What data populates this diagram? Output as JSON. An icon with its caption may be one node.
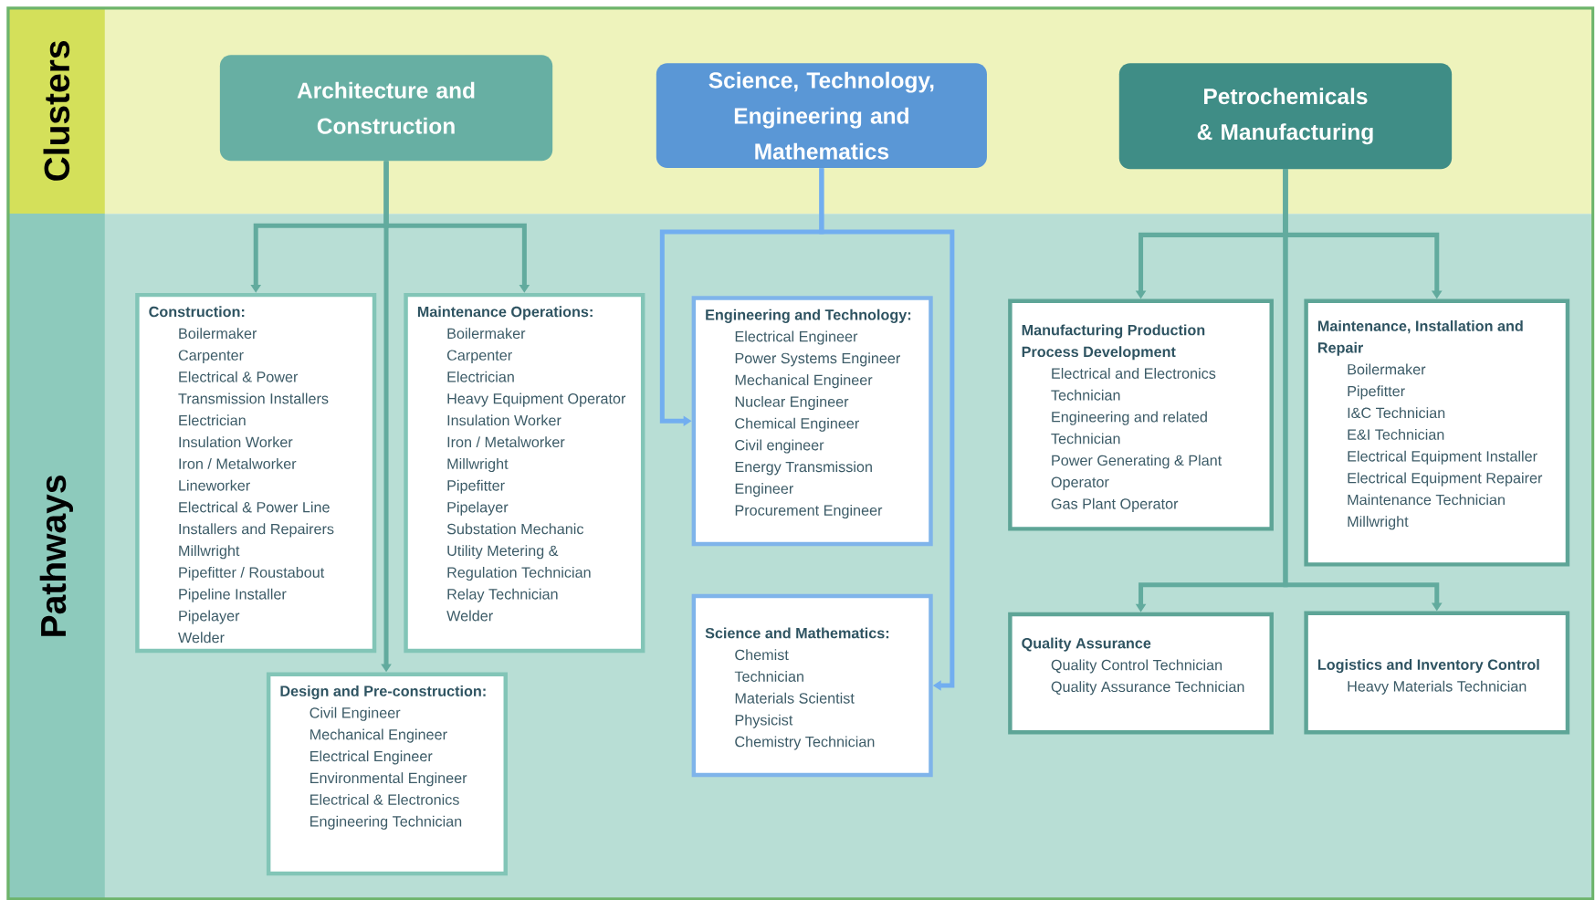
{
  "diagram": {
    "nodes": [
      {
        "text": [
          "Clusters"
        ]
      },
      {
        "text": [
          "Pathways"
        ]
      },
      {
        "text": [
          "Architecture and Construction"
        ],
        "in": 0
      },
      {
        "text": [
          "Science, Technology, Engineering and Mathematics"
        ],
        "in": 0
      },
      {
        "text": [
          "Petrochemicals & Manufacturing"
        ],
        "in": 0
      },
      {
        "text": [
          "Construction:",
          "Boilermaker",
          "Carpenter",
          "Electrical & Power Transmission Installers",
          "Electrician",
          "Insulation Worker",
          "Iron / Metalworker",
          "Lineworker",
          "Electrical & Power Line Installers and Repairers",
          "Millwright",
          "Pipefitter / Roustabout",
          "Pipeline Installer",
          "Pipelayer",
          "Welder"
        ],
        "in": 1
      },
      {
        "text": [
          "Maintenance Operations:",
          "Boilermaker",
          "Carpenter",
          "Electrician",
          "Heavy Equipment Operator",
          "Insulation Worker",
          "Iron / Metalworker",
          "Millwright",
          "Pipefitter",
          "Pipelayer",
          "Substation Mechanic",
          "Utility Metering & Regulation Technician",
          "Relay Technician",
          "Welder"
        ],
        "in": 1
      },
      {
        "text": [
          "Design and Pre-construction:",
          "Civil Engineer",
          "Mechanical Engineer",
          "Electrical Engineer",
          "Environmental Engineer",
          "Electrical & Electronics Engineering Technician"
        ],
        "in": 1
      },
      {
        "text": [
          "Engineering and Technology:",
          "Electrical Engineer",
          "Power Systems Engineer",
          "Mechanical Engineer",
          "Nuclear Engineer",
          "Chemical Engineer",
          "Civil engineer",
          "Energy Transmission Engineer",
          "Procurement Engineer"
        ],
        "in": 1
      },
      {
        "text": [
          "Science and Mathematics:",
          "Chemist",
          "Technician",
          "Materials Scientist",
          "Physicist",
          "Chemistry Technician"
        ],
        "in": 1
      },
      {
        "text": [
          "Manufacturing Production Process Development",
          "Electrical and Electronics Technician",
          "Engineering and related Technician",
          "Power Generating & Plant Operator",
          "Gas Plant Operator"
        ],
        "in": 1
      },
      {
        "text": [
          "Maintenance, Installation and Repair",
          "Boilermaker",
          "Pipefitter",
          "I&C Technician",
          "E&I Technician",
          "Electrical Equipment Installer",
          "Electrical Equipment Repairer",
          "Maintenance Technician",
          "Millwright"
        ],
        "in": 1
      },
      {
        "text": [
          "Quality Assurance",
          "Quality Control Technician",
          "Quality Assurance Technician"
        ],
        "in": 1
      },
      {
        "text": [
          "Logistics and Inventory Control",
          "Heavy Materials Technician"
        ],
        "in": 1
      }
    ],
    "edges": [
      {
        "from": 2,
        "to": 5,
        "arrow": "to"
      },
      {
        "from": 2,
        "to": 6,
        "arrow": "to"
      },
      {
        "from": 2,
        "to": 7,
        "arrow": "to"
      },
      {
        "from": 3,
        "to": 8,
        "arrow": "to",
        "color": "#72aef0"
      },
      {
        "from": 3,
        "to": 9,
        "arrow": "to",
        "color": "#72aef0"
      },
      {
        "from": 4,
        "to": 10,
        "arrow": "to"
      },
      {
        "from": 4,
        "to": 11,
        "arrow": "to"
      },
      {
        "from": 4,
        "to": 12,
        "arrow": "to"
      },
      {
        "from": 4,
        "to": 13,
        "arrow": "to"
      }
    ]
  }
}
